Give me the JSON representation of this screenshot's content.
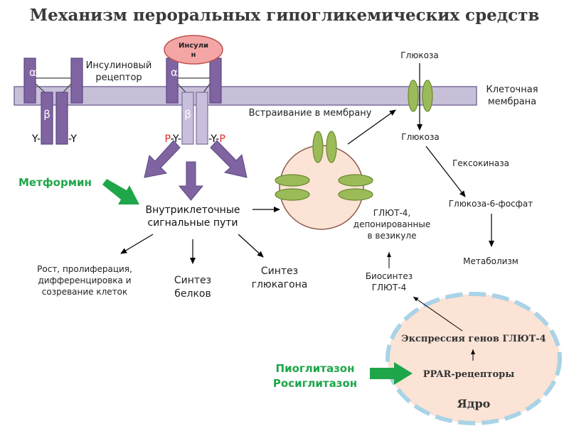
{
  "title": "Механизм пероральных гипогликемических средств",
  "receptor_left": {
    "alpha": "α",
    "beta": "β",
    "y_left": "Y-",
    "y_right": "-Y"
  },
  "receptor_right": {
    "alpha": "α",
    "beta": "β",
    "p_left": "P",
    "y_left": "-Y-",
    "y_right": "-Y-",
    "p_right": "P"
  },
  "insulin": {
    "line1": "Инсули",
    "line2": "н"
  },
  "insulin_receptor_label": {
    "line1": "Инсулиновый",
    "line2": "рецептор"
  },
  "cell_membrane_label": {
    "line1": "Клеточная",
    "line2": "мембрана"
  },
  "metformin": "Метформин",
  "signaling": {
    "line1": "Внутриклеточные",
    "line2": "сигнальные пути"
  },
  "outcomes": {
    "growth": {
      "line1": "Рост, пролиферация,",
      "line2": "дифференцировка и",
      "line3": "созревание клеток"
    },
    "protein": {
      "line1": "Синтез",
      "line2": "белков"
    },
    "glucagon": {
      "line1": "Синтез",
      "line2": "глюкагона"
    }
  },
  "membrane_insertion": "Встраивание в мембрану",
  "glucose_top": "Глюкоза",
  "glucose_inside": "Глюкоза",
  "hexokinase": "Гексокиназа",
  "g6p": "Глюкоза-6-фосфат",
  "metabolism": "Метаболизм",
  "glut4_vesicle": {
    "line1": "ГЛЮТ-4,",
    "line2": "депонированные",
    "line3": "в везикуле"
  },
  "glut4_biosynthesis": {
    "line1": "Биосинтез",
    "line2": "ГЛЮТ-4"
  },
  "nucleus": {
    "gene_expression": "Экспрессия генов ГЛЮТ-4",
    "ppar": "PPAR-рецепторы",
    "label": "Ядро"
  },
  "glitazones": {
    "line1": "Пиоглитазон",
    "line2": "Росиглитазон"
  },
  "colors": {
    "receptor": "#8064a2",
    "receptor_light": "#c9bfdc",
    "membrane": "#c8bfd9",
    "insulin": "#f4a6a6",
    "vesicle": "#fbe3d6",
    "transporter": "#9bbb59",
    "drug_green": "#1fa64a",
    "phospho_red": "#e0262b",
    "nucleus_border": "#a9d3e6"
  }
}
